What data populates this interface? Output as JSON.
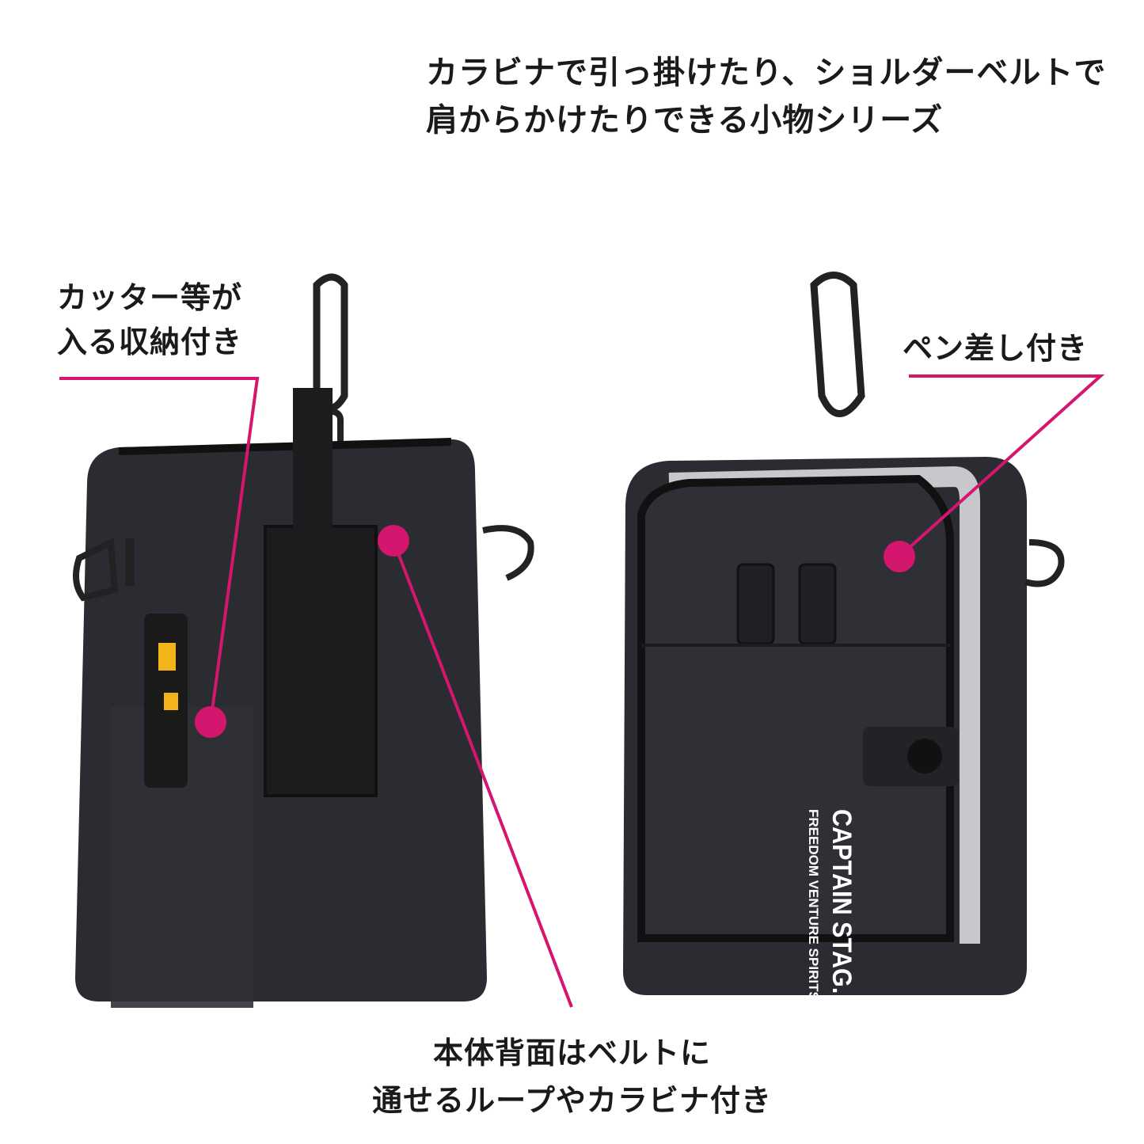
{
  "headline": {
    "line1": "カラビナで引っ掛けたり、ショルダーベルトで",
    "line2": "肩からかけたりできる小物シリーズ"
  },
  "callouts": {
    "cutter": {
      "line1": "カッター等が",
      "line2": "入る収納付き"
    },
    "pen": {
      "line1": "ペン差し付き"
    },
    "back": {
      "line1": "本体背面はベルトに",
      "line2": "通せるループやカラビナ付き"
    }
  },
  "brand_logo": {
    "name": "CAPTAIN STAG.",
    "tagline": "FREEDOM VENTURE SPIRITS"
  },
  "colors": {
    "accent": "#d4166e",
    "bag": "#2b2c31",
    "text": "#1a1a1a"
  }
}
